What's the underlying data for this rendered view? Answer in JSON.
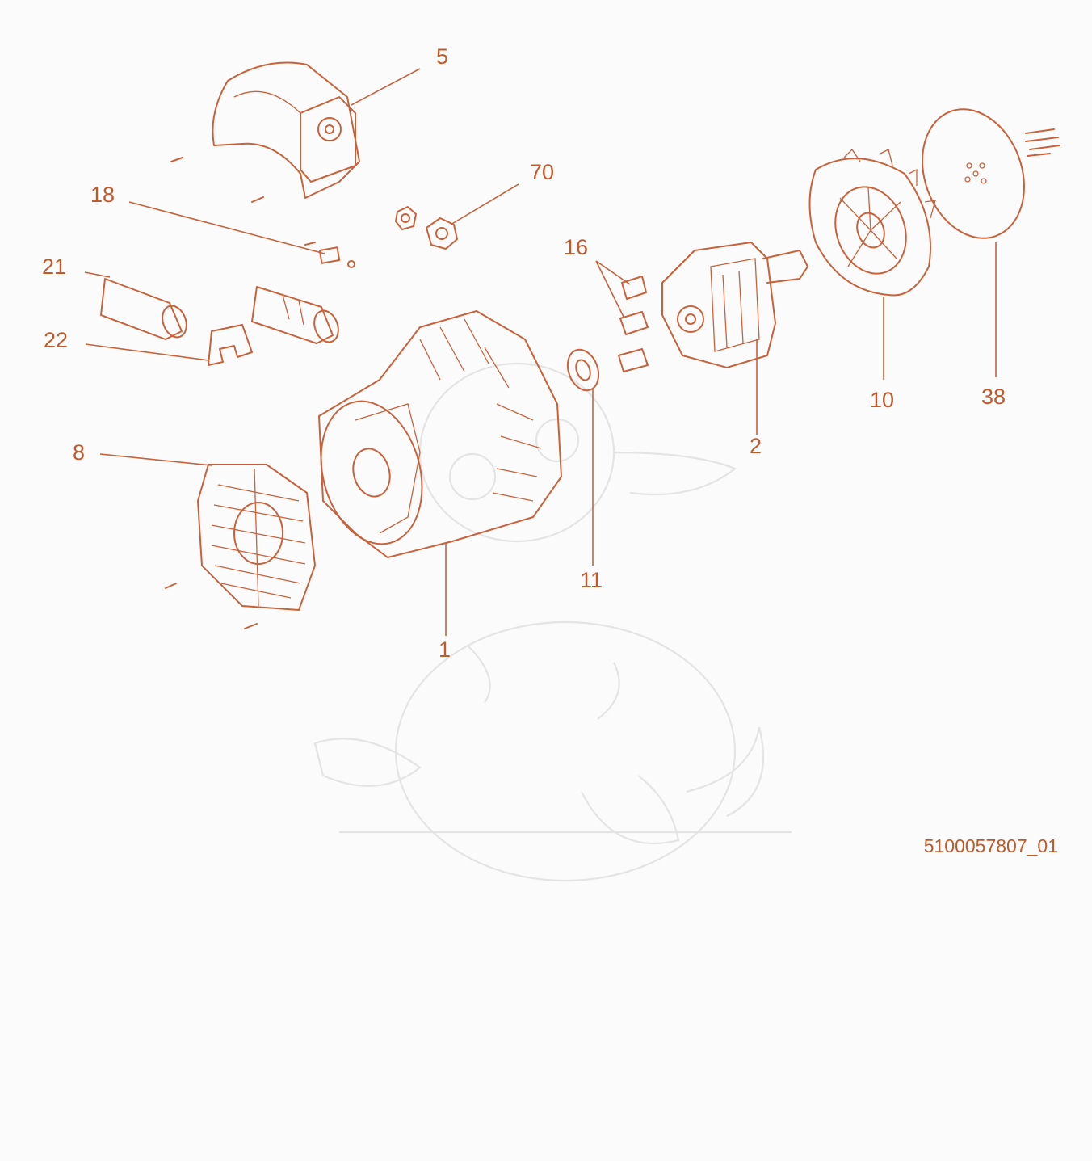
{
  "diagram": {
    "colors": {
      "accent": "#c05a2a",
      "line": "#c8623a",
      "background": "#fbfbfb",
      "watermark": "#e4e4e4"
    },
    "callouts": [
      {
        "id": "5",
        "label": "5"
      },
      {
        "id": "70",
        "label": "70"
      },
      {
        "id": "18",
        "label": "18"
      },
      {
        "id": "21",
        "label": "21"
      },
      {
        "id": "22",
        "label": "22"
      },
      {
        "id": "16",
        "label": "16"
      },
      {
        "id": "8",
        "label": "8"
      },
      {
        "id": "11",
        "label": "11"
      },
      {
        "id": "2",
        "label": "2"
      },
      {
        "id": "10",
        "label": "10"
      },
      {
        "id": "38",
        "label": "38"
      },
      {
        "id": "1",
        "label": "1"
      }
    ],
    "drawing_id": "5100057807_01"
  }
}
